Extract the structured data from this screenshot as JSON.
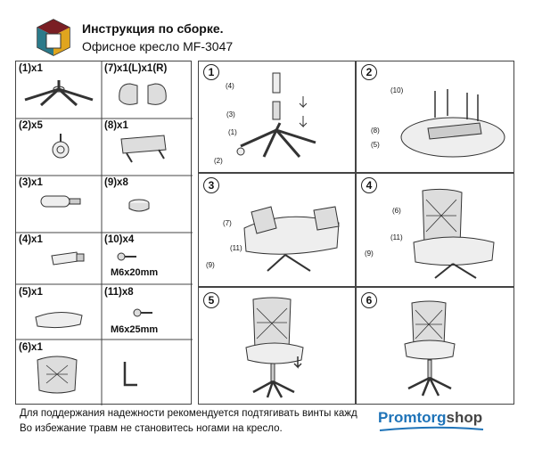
{
  "header": {
    "title": "Инструкция по сборке.",
    "subtitle": "Офисное кресло MF-3047"
  },
  "parts": [
    {
      "label": "(1)x1"
    },
    {
      "label": "(7)x1(L)x1(R)"
    },
    {
      "label": "(2)x5"
    },
    {
      "label": "(8)x1"
    },
    {
      "label": "(3)x1"
    },
    {
      "label": "(9)x8"
    },
    {
      "label": "(4)x1"
    },
    {
      "label": "(10)x4",
      "size": "M6x20mm"
    },
    {
      "label": "(5)x1"
    },
    {
      "label": "(11)x8",
      "size": "M6x25mm"
    },
    {
      "label": "(6)x1"
    }
  ],
  "steps": [
    {
      "number": "1",
      "callouts": [
        "(4)",
        "(3)",
        "(1)",
        "(2)"
      ]
    },
    {
      "number": "2",
      "callouts": [
        "(10)",
        "(8)",
        "(5)"
      ]
    },
    {
      "number": "3",
      "callouts": [
        "(7)",
        "(11)",
        "(9)"
      ]
    },
    {
      "number": "4",
      "callouts": [
        "(6)",
        "(11)",
        "(9)"
      ]
    },
    {
      "number": "5"
    },
    {
      "number": "6"
    }
  ],
  "notes": [
    "Для поддержания надежности рекомендуется подтягивать винты кажд",
    "Во избежание травм не становитесь ногами на кресло."
  ],
  "brand": {
    "part1": "Promtorg",
    "part2": "shop",
    "color": "#1e73b8"
  }
}
